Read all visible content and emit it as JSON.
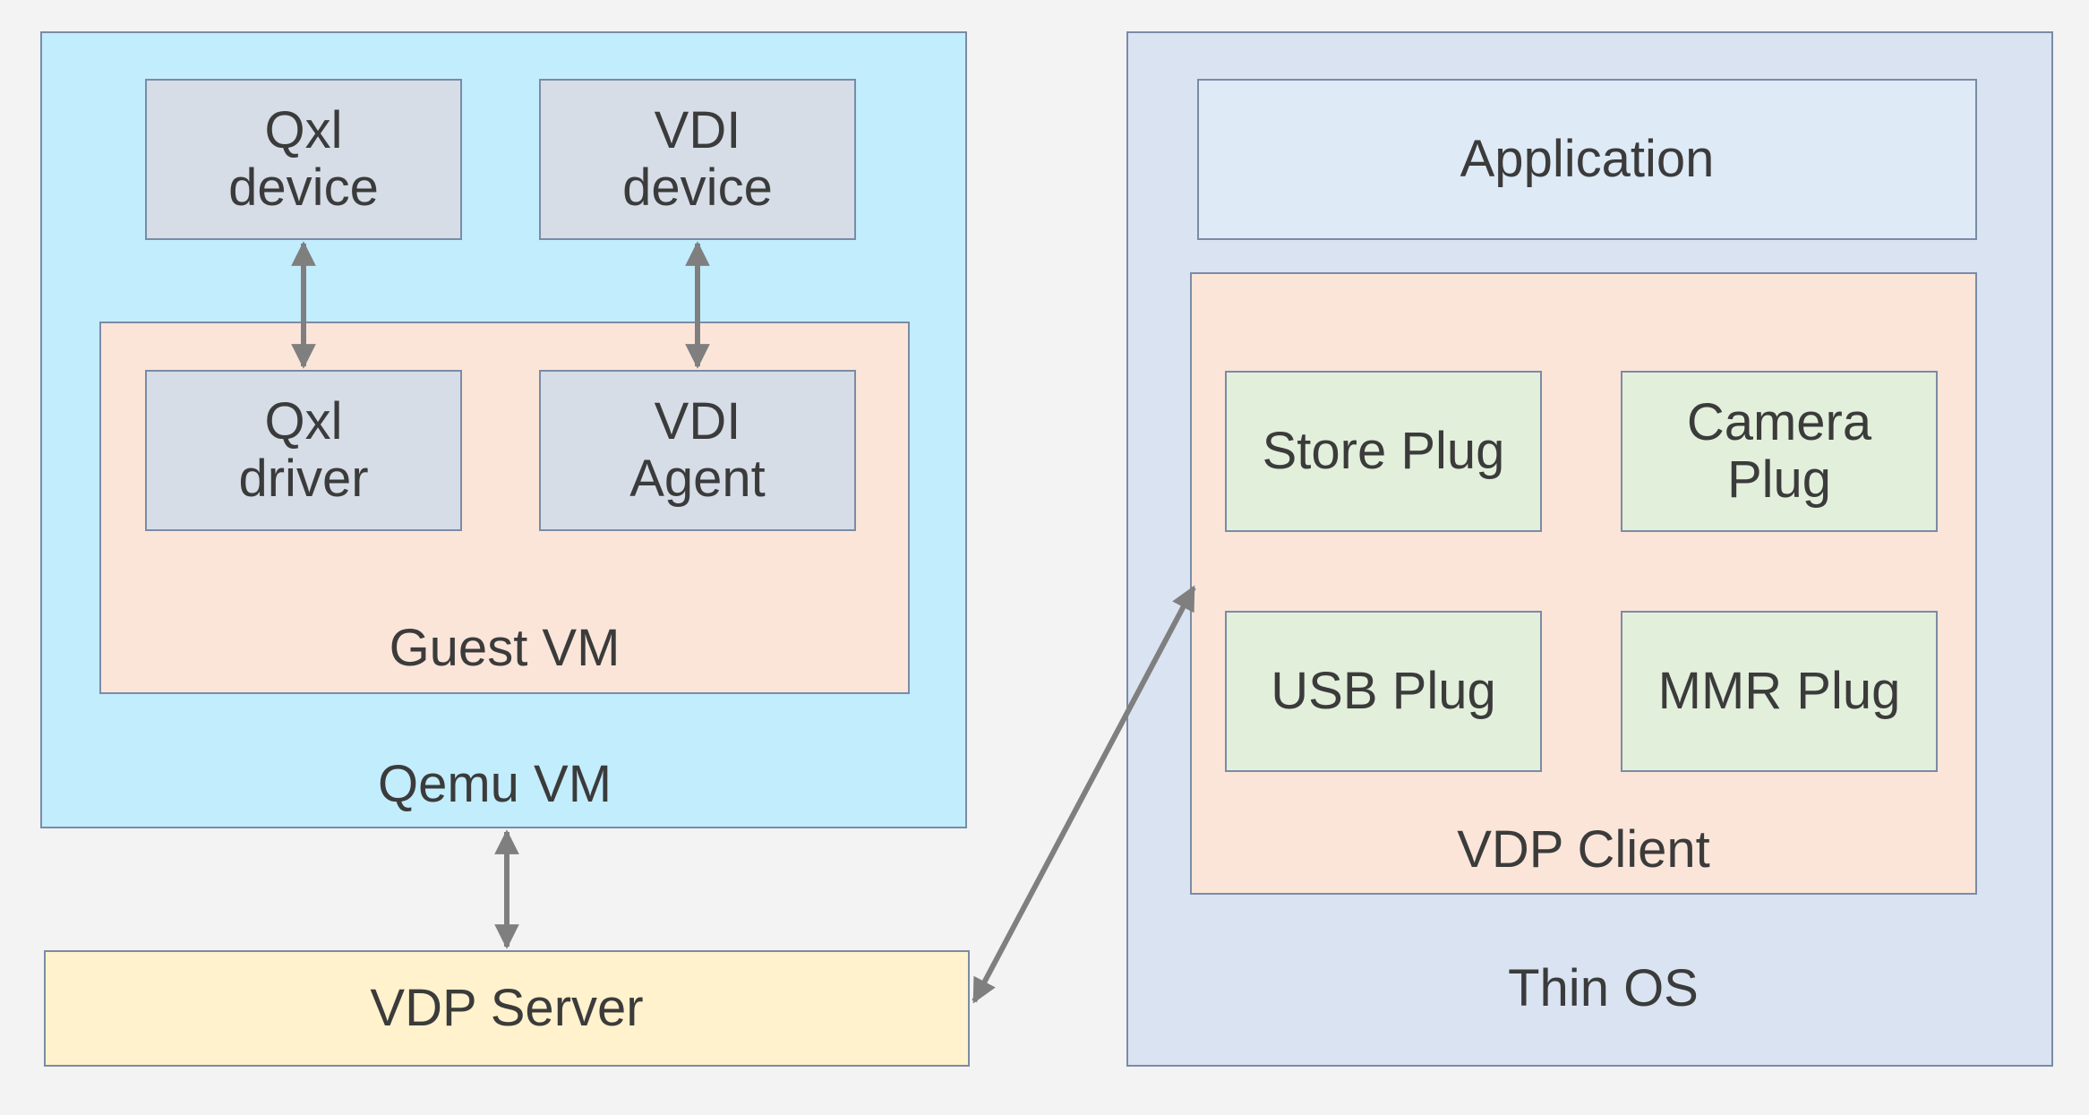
{
  "qemu_vm": {
    "label": "Qemu VM",
    "qxl_device": [
      "Qxl",
      "device"
    ],
    "vdi_device": [
      "VDI",
      "device"
    ],
    "guest_vm": {
      "label": "Guest VM",
      "qxl_driver": [
        "Qxl",
        "driver"
      ],
      "vdi_agent": [
        "VDI",
        "Agent"
      ]
    }
  },
  "vdp_server": {
    "label": "VDP Server"
  },
  "thin_os": {
    "label": "Thin OS",
    "application": "Application",
    "vdp_client": {
      "label": "VDP Client",
      "store_plug": "Store Plug",
      "camera_plug": [
        "Camera",
        "Plug"
      ],
      "usb_plug": "USB Plug",
      "mmr_plug": "MMR Plug"
    }
  },
  "colors": {
    "qemu_vm_fill": "#c2edfd",
    "guest_vm_fill": "#fbe5d9",
    "component_fill": "#d6dde7",
    "vdp_server_fill": "#fff2cc",
    "thin_os_fill": "#dae3f2",
    "application_fill": "#deeaf6",
    "plug_fill": "#e2efdb",
    "border": "#7b8ba6",
    "arrow": "#7f7f7f",
    "background": "#f3f3f3"
  }
}
